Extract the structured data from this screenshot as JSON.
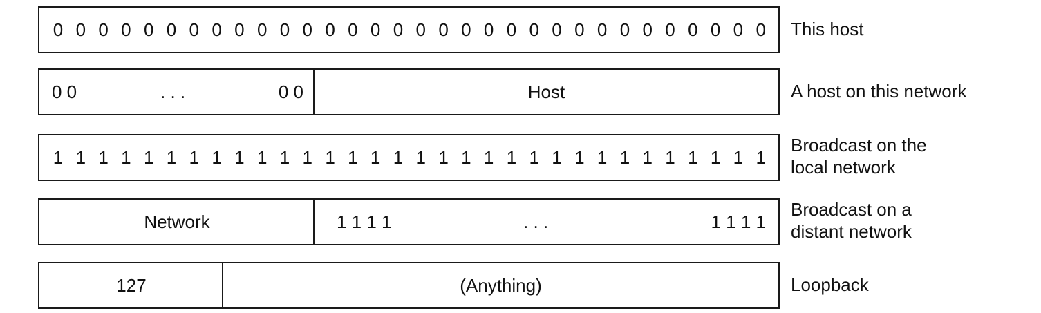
{
  "rows": [
    {
      "bits": [
        "0",
        "0",
        "0",
        "0",
        "0",
        "0",
        "0",
        "0",
        "0",
        "0",
        "0",
        "0",
        "0",
        "0",
        "0",
        "0",
        "0",
        "0",
        "0",
        "0",
        "0",
        "0",
        "0",
        "0",
        "0",
        "0",
        "0",
        "0",
        "0",
        "0",
        "0",
        "0"
      ],
      "description": [
        "This host"
      ]
    },
    {
      "left_start": "0 0",
      "left_dots": ". . .",
      "left_end": "0 0",
      "right": "Host",
      "description": [
        "A host on this network"
      ]
    },
    {
      "bits": [
        "1",
        "1",
        "1",
        "1",
        "1",
        "1",
        "1",
        "1",
        "1",
        "1",
        "1",
        "1",
        "1",
        "1",
        "1",
        "1",
        "1",
        "1",
        "1",
        "1",
        "1",
        "1",
        "1",
        "1",
        "1",
        "1",
        "1",
        "1",
        "1",
        "1",
        "1",
        "1"
      ],
      "description": [
        "Broadcast on the",
        "local network"
      ]
    },
    {
      "left": "Network",
      "right_start": "1 1 1 1",
      "right_dots": ". . .",
      "right_end": "1 1 1 1",
      "description": [
        "Broadcast on a",
        "distant network"
      ]
    },
    {
      "left": "127",
      "right": "(Anything)",
      "description": [
        "Loopback"
      ]
    }
  ]
}
